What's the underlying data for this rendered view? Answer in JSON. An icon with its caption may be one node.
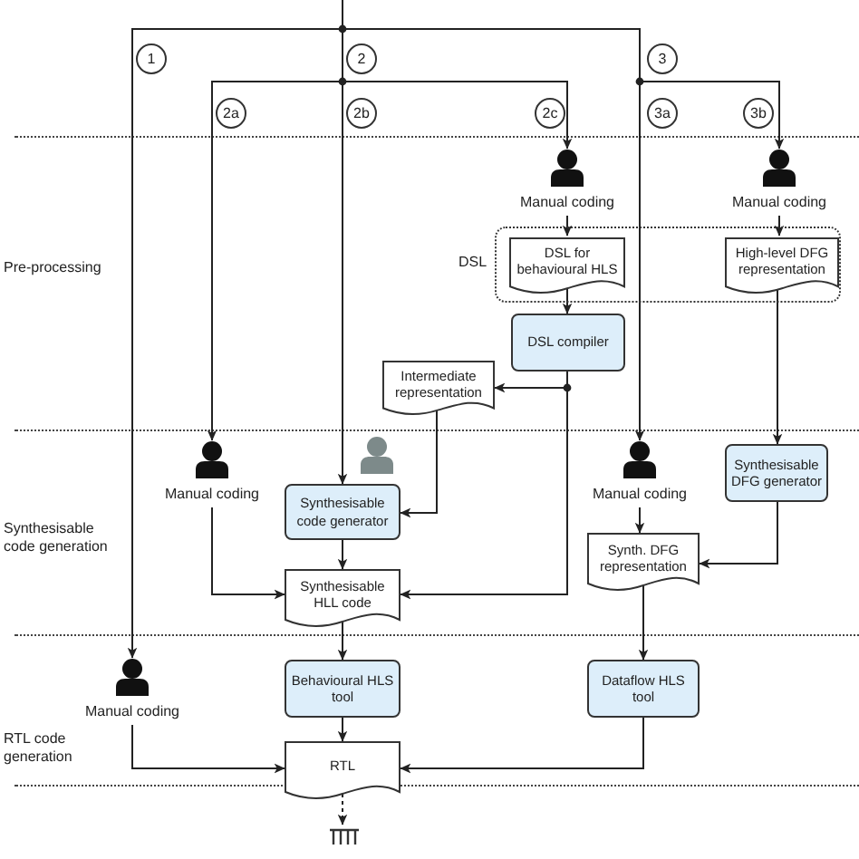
{
  "diagram": {
    "nodes": [
      {
        "text": [
          "1"
        ]
      },
      {
        "text": [
          "2"
        ]
      },
      {
        "text": [
          "3"
        ]
      },
      {
        "text": [
          "2a"
        ]
      },
      {
        "text": [
          "2b"
        ]
      },
      {
        "text": [
          "2c"
        ]
      },
      {
        "text": [
          "3a"
        ]
      },
      {
        "text": [
          "3b"
        ]
      },
      {
        "text": [
          "Manual coding"
        ]
      },
      {
        "text": [
          "Manual coding"
        ]
      },
      {
        "text": [
          "DSL"
        ]
      },
      {
        "text": [
          "DSL for behavioural HLS"
        ],
        "in": 10
      },
      {
        "text": [
          "High-level DFG representation"
        ],
        "in": 10
      },
      {
        "text": [
          "DSL compiler"
        ]
      },
      {
        "text": [
          "Intermediate representation"
        ]
      },
      {
        "text": [],
        "shape": "person"
      },
      {
        "text": [
          "Manual coding"
        ]
      },
      {
        "text": [
          "Synthesisable code generator"
        ]
      },
      {
        "text": [
          "Manual coding"
        ]
      },
      {
        "text": [
          "Synthesisable DFG generator"
        ]
      },
      {
        "text": [
          "Synthesisable HLL code"
        ]
      },
      {
        "text": [
          "Synth. DFG representation"
        ]
      },
      {
        "text": [
          "Manual coding"
        ]
      },
      {
        "text": [
          "Behavioural HLS tool"
        ]
      },
      {
        "text": [
          "Dataflow HLS tool"
        ]
      },
      {
        "text": [
          "RTL"
        ]
      },
      {
        "text": [],
        "shape": "ground"
      }
    ],
    "edges": [
      {
        "from": null,
        "to": 22,
        "arrow": "to"
      },
      {
        "from": null,
        "to": 16,
        "arrow": "to"
      },
      {
        "from": null,
        "to": 17,
        "arrow": "to"
      },
      {
        "from": null,
        "to": 8,
        "arrow": "to"
      },
      {
        "from": null,
        "to": 18,
        "arrow": "to"
      },
      {
        "from": null,
        "to": 9,
        "arrow": "to"
      },
      {
        "from": 8,
        "to": 11,
        "arrow": "to"
      },
      {
        "from": 9,
        "to": 12,
        "arrow": "to"
      },
      {
        "from": 11,
        "to": 13,
        "arrow": "to"
      },
      {
        "from": 13,
        "to": 14,
        "arrow": "to"
      },
      {
        "from": 13,
        "to": 20,
        "arrow": "to"
      },
      {
        "from": 14,
        "to": 17,
        "arrow": "to"
      },
      {
        "from": 12,
        "to": 19,
        "arrow": "to"
      },
      {
        "from": 16,
        "to": 20,
        "arrow": "to"
      },
      {
        "from": 17,
        "to": 20,
        "arrow": "to"
      },
      {
        "from": 18,
        "to": 21,
        "arrow": "to"
      },
      {
        "from": 19,
        "to": 21,
        "arrow": "to"
      },
      {
        "from": 20,
        "to": 23,
        "arrow": "to"
      },
      {
        "from": 21,
        "to": 24,
        "arrow": "to"
      },
      {
        "from": 23,
        "to": 25,
        "arrow": "to"
      },
      {
        "from": 22,
        "to": 25,
        "arrow": "to"
      },
      {
        "from": 24,
        "to": 25,
        "arrow": "to"
      },
      {
        "from": 25,
        "to": 26,
        "arrow": "to",
        "style": "dashed"
      }
    ],
    "labels": [
      "Pre-processing",
      "Synthesisable code generation",
      "RTL code generation"
    ]
  }
}
